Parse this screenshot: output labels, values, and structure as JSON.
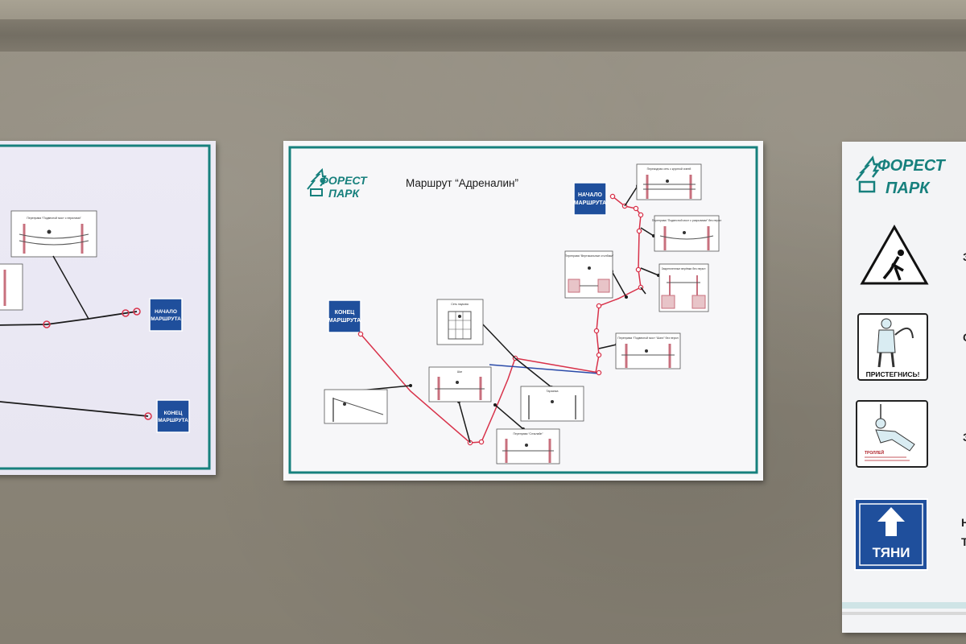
{
  "main_poster": {
    "logo_line1": "ФОРЕСТ",
    "logo_line2": "ПАРК",
    "title": "Маршрут “Адреналин”",
    "start_sign": [
      "НАЧАЛО",
      "МАРШРУТА"
    ],
    "end_sign": [
      "КОНЕЦ",
      "МАРШРУТА"
    ],
    "stations": [
      "Перекидная сеть с крупной ячеей",
      "Переправа “Подвесной мост с разрывами” без перил",
      "Переправа “Вертикальные столбики”",
      "Закрепленные верёвки без перил",
      "Переправа “Подвесной мост “Шаги” без перил",
      "Сеть паукова",
      "Шаг",
      "Тарзанка",
      "Переправа “Слэклайн”"
    ]
  },
  "left_poster": {
    "start_sign": [
      "НАЧАЛО",
      "МАРШРУТА"
    ],
    "end_sign": [
      "КОНЕЦ",
      "МАРШРУТА"
    ],
    "station": "Переправа “Подвесной мост с перилами”"
  },
  "right_poster": {
    "logo_line1": "ФОРЕСТ",
    "logo_line2": "ПАРК",
    "fasten_caption": "ПРИСТЕГНИСЬ!",
    "harness_caption": "ТРОЛЛЕЙ",
    "pull_sign": "ТЯНИ",
    "edge_letters": [
      "З",
      "С",
      "З",
      "Н",
      "Т"
    ]
  },
  "colors": {
    "teal_frame": "#17807d",
    "sign_blue": "#1f4f9c",
    "route_red": "#d8324a",
    "route_blue": "#2a4aa8",
    "connector": "#1b1b1b"
  }
}
